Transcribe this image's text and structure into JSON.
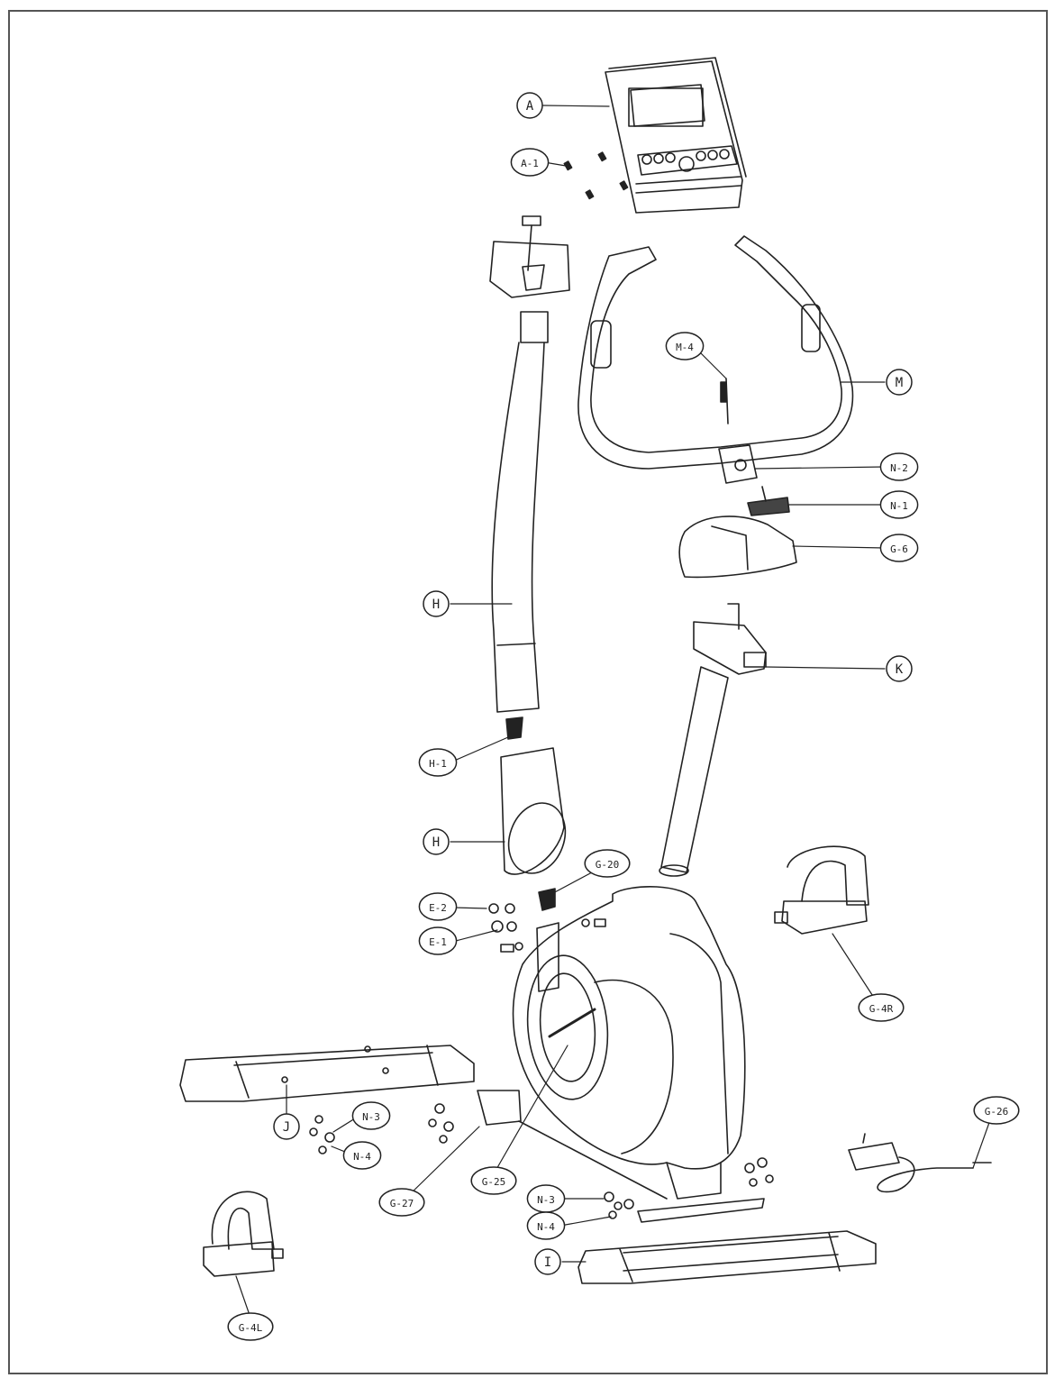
{
  "diagram": {
    "callouts": [
      {
        "id": "A",
        "label": "A"
      },
      {
        "id": "A1",
        "label": "A-1"
      },
      {
        "id": "M",
        "label": "M"
      },
      {
        "id": "M4",
        "label": "M-4"
      },
      {
        "id": "N2",
        "label": "N-2"
      },
      {
        "id": "N1",
        "label": "N-1"
      },
      {
        "id": "G6",
        "label": "G-6"
      },
      {
        "id": "H",
        "label": "H"
      },
      {
        "id": "K",
        "label": "K"
      },
      {
        "id": "H1",
        "label": "H-1"
      },
      {
        "id": "H2",
        "label": "H"
      },
      {
        "id": "G20",
        "label": "G-20"
      },
      {
        "id": "E2",
        "label": "E-2"
      },
      {
        "id": "E1",
        "label": "E-1"
      },
      {
        "id": "G4R",
        "label": "G-4R"
      },
      {
        "id": "J",
        "label": "J"
      },
      {
        "id": "N3a",
        "label": "N-3"
      },
      {
        "id": "N4a",
        "label": "N-4"
      },
      {
        "id": "G27",
        "label": "G-27"
      },
      {
        "id": "G25",
        "label": "G-25"
      },
      {
        "id": "G26",
        "label": "G-26"
      },
      {
        "id": "N3b",
        "label": "N-3"
      },
      {
        "id": "N4b",
        "label": "N-4"
      },
      {
        "id": "I",
        "label": "I"
      },
      {
        "id": "G4L",
        "label": "G-4L"
      }
    ]
  }
}
